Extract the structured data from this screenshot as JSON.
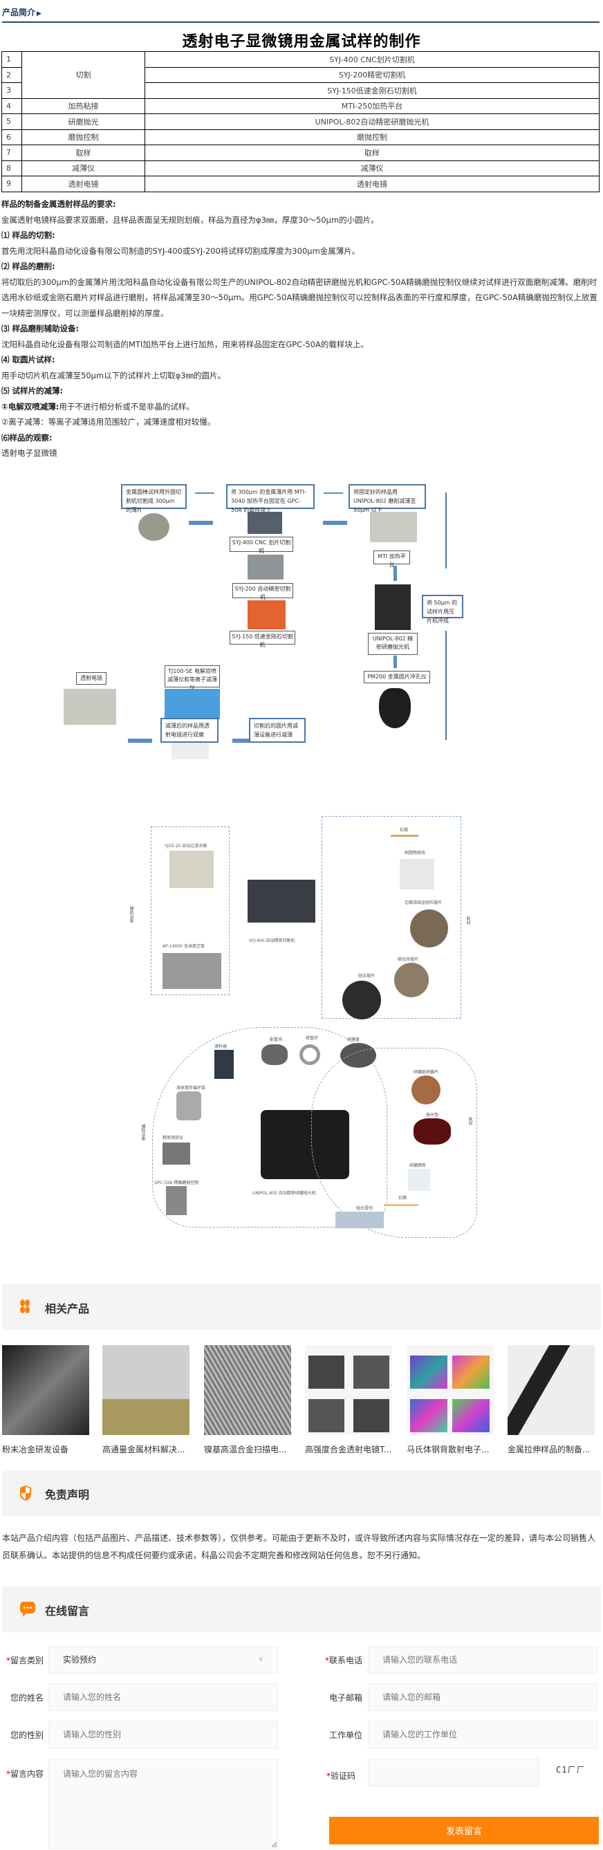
{
  "breadcrumb": {
    "label": "产品简介",
    "arrow": "▶"
  },
  "page_title": "透射电子显微镜用金属试样的制作",
  "spec_table": {
    "rows": [
      {
        "no": "1",
        "category": "切割",
        "equipment": "SYJ-400 CNC划片切割机"
      },
      {
        "no": "2",
        "category": "",
        "equipment": "SYJ-200精密切割机"
      },
      {
        "no": "3",
        "category": "",
        "equipment": "SYJ-150低速金刚石切割机"
      },
      {
        "no": "4",
        "category": "加热粘接",
        "equipment": "MTI-250加热平台"
      },
      {
        "no": "5",
        "category": "研磨抛光",
        "equipment": "UNIPOL-802自动精密研磨抛光机"
      },
      {
        "no": "6",
        "category": "磨抛控制",
        "equipment": "磨抛控制"
      },
      {
        "no": "7",
        "category": "取样",
        "equipment": "取样"
      },
      {
        "no": "8",
        "category": "减薄仪",
        "equipment": "减薄仪"
      },
      {
        "no": "9",
        "category": "透射电镜",
        "equipment": "透射电镜"
      }
    ]
  },
  "article": {
    "h0": "样品的制备金属透射样品的要求:",
    "p0": "金属透射电镜样品要求双面磨，且样品表面呈无规则划痕，样品为直径为φ3㎜，厚度30～50μm的小圆片。",
    "h1": "⑴ 样品的切割:",
    "p1": "首先用沈阳科晶自动化设备有限公司制造的SYJ-400或SYJ-200将试样切割成厚度为300μm金属薄片。",
    "h2": "⑵ 样品的磨削:",
    "p2": "将切取后的300μm的金属薄片用沈阳科晶自动化设备有限公司生产的UNIPOL-802自动精密研磨抛光机和GPC-50A精确磨抛控制仪继续对试样进行双面磨削减薄。磨削时选用水砂纸或金刚石磨片对样品进行磨削，将样品减薄至30～50μm。用GPC-50A精确磨抛控制仪可以控制样品表面的平行度和厚度，在GPC-50A精确磨抛控制仪上放置一块精密测厚仪，可以测量样品磨削掉的厚度。",
    "h3": "⑶ 样品磨削辅助设备:",
    "p3": "沈阳科晶自动化设备有限公司制造的MTI加热平台上进行加热，用来将样品固定在GPC-50A的载样块上。",
    "h4": "⑷ 取圆片试样:",
    "p4": "用手动切片机在减薄至50μm以下的试样片上切取φ3㎜的圆片。",
    "h5": "⑸ 试样片的减薄:",
    "p5a_bold": "①电解双喷减薄:",
    "p5a": "用于不进行相分析或不是非晶的试样。",
    "p5b": "②离子减薄：等离子减薄适用范围较广，减薄速度相对较慢。",
    "h6": "⑹样品的观察:",
    "p6": "透射电子显微镜"
  },
  "flow_diagram": {
    "step1": "金属圆棒试样用外圆切割机切割成 300μm 的薄片",
    "step2": "将 300μm 的金属薄片用 MTI-3040 加热平台固定在 GPC-50A 的载样块上",
    "step3": "将固定好的样品用 UNIPOL-802 磨削减薄至 50μm 以下",
    "step4": "将 50μm 的试样片用压片机冲成",
    "step5": "切割后的圆片用减薄设备进行减薄",
    "step6": "减薄后的样品用透射电镜进行观察",
    "cap_syj400": "SYJ-400 CNC 划片切割机",
    "cap_syj200": "SYJ-200 自动精密切割机",
    "cap_syj150": "SYJ-150 低速金刚石切割机",
    "cap_mti": "MTI 加热平台",
    "cap_unipol": "UNIPOL-802 精密研磨抛光机",
    "cap_pm200": "PM200 金属圆片冲孔仪",
    "cap_tj100": "TJ100-SE 电解双喷减薄仪和等离子减薄仪",
    "cap_tem": "透射电镜"
  },
  "cutting_diagram": {
    "left_group": "辅助设备",
    "right_group": "耗材",
    "center": "SYJ-400 自动精密切割机",
    "aux1": "YJXZ-25 自动过滤水箱",
    "aux2": "AP-1400V 无油真空泵",
    "c1": "石蜡",
    "c2": "树脂陶瓷块",
    "c3": "边缘烧结金刚石锯片",
    "c4": "碳化硅锯片",
    "c5": "刚玉锯片"
  },
  "polish_diagram": {
    "left_group": "辅助设备",
    "right_group": "耗材",
    "center": "UNIPOL-802 自动精密研磨抛光机",
    "a1": "滴料器",
    "a2": "液体搅拌循环泵",
    "a3": "精密测厚仪",
    "a4": "GPC-50A 精确磨抛控制",
    "t1": "配重块",
    "t2": "修整环",
    "t3": "研磨盘",
    "m1": "研磨纸研磨片",
    "m2": "抛光垫",
    "m3": "研磨腊粉",
    "m4": "石蜡",
    "m5": "抛光膏剂"
  },
  "related": {
    "title": "相关产品",
    "items": [
      {
        "name": "粉末冶金研发设备"
      },
      {
        "name": "高通量金属材料解决..."
      },
      {
        "name": "镍基高温合金扫描电..."
      },
      {
        "name": "高强度合金透射电镜T..."
      },
      {
        "name": "马氏体钢背散射电子..."
      },
      {
        "name": "金属拉伸样品的制备..."
      }
    ]
  },
  "disclaimer": {
    "title": "免责声明",
    "text": "本站产品介绍内容（包括产品图片、产品描述、技术参数等），仅供参考。可能由于更新不及时，或许导致所述内容与实际情况存在一定的差异，请与本公司销售人员联系确认。本站提供的信息不构成任何要约或承诺，科晶公司会不定期完善和修改网站任何信息，恕不另行通知。"
  },
  "message_form": {
    "title": "在线留言",
    "category_label": "留言类别",
    "category_value": "实验预约",
    "phone_label": "联系电话",
    "phone_placeholder": "请输入您的联系电话",
    "name_label": "您的姓名",
    "name_placeholder": "请输入您的姓名",
    "email_label": "电子邮箱",
    "email_placeholder": "请输入您的邮箱",
    "gender_label": "您的性别",
    "gender_placeholder": "请输入您的性别",
    "company_label": "工作单位",
    "company_placeholder": "请输入您的工作单位",
    "content_label": "留言内容",
    "content_placeholder": "请输入您的留言内容",
    "captcha_label": "验证码",
    "captcha_text": "C1ㄏㄏ",
    "required_mark": "*",
    "submit_label": "发表留言"
  },
  "colors": {
    "accent": "#ff8308",
    "brand_blue": "#1e3f66",
    "section_bg": "#f4f4f4"
  }
}
